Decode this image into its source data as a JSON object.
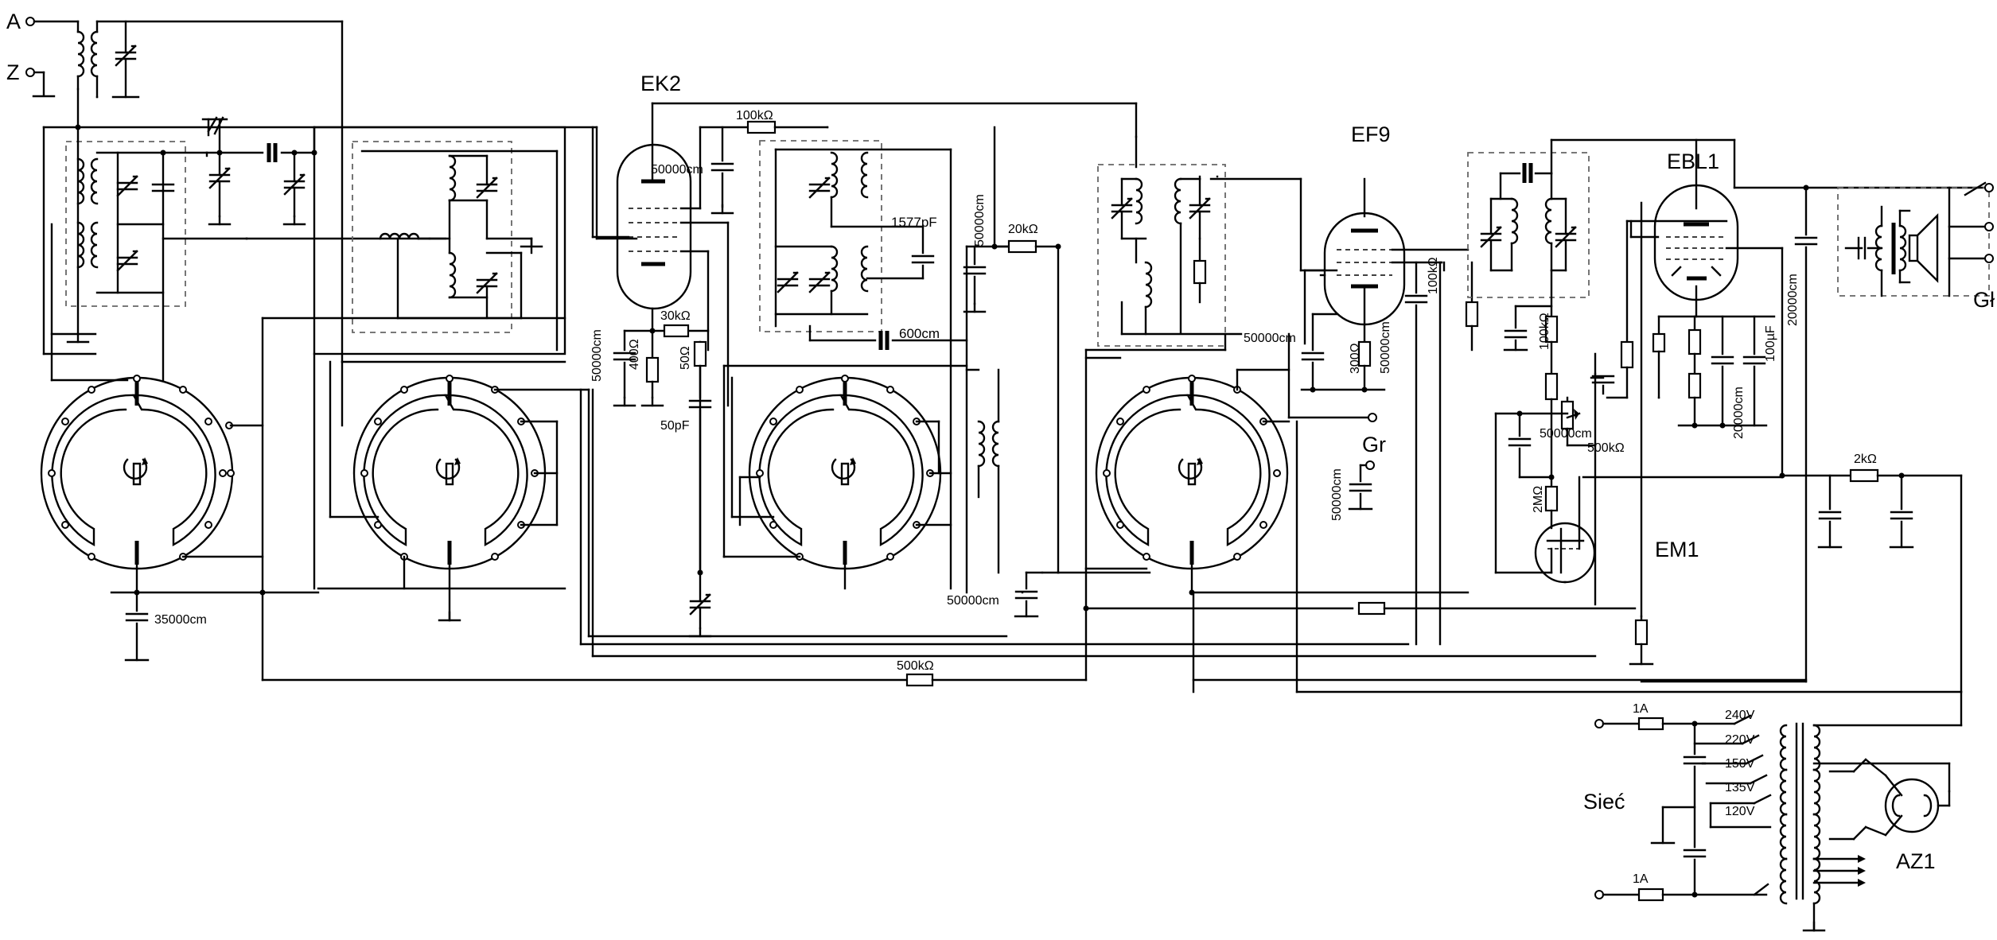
{
  "terminals": {
    "antenna": "A",
    "ground": "Z",
    "pickup_1": "Gr",
    "pickup_2": "Gr",
    "speaker": "Gł",
    "mains": "Sieć"
  },
  "tubes": {
    "ek2": "EK2",
    "ef9": "EF9",
    "ebl1": "EBL1",
    "em1": "EM1",
    "az1": "AZ1"
  },
  "values": {
    "c_35000cm": "35000cm",
    "r_500k_bottom": "500kΩ",
    "r_100k_top": "100kΩ",
    "c_50000cm_ek2": "50000cm",
    "c_1577pf": "1577pF",
    "c_50000cm_vert": "50000cm",
    "r_20k": "20kΩ",
    "r_30k": "30kΩ",
    "c_50000cm_left": "50000cm",
    "r_400": "400Ω",
    "r_50": "50Ω",
    "c_50pf": "50pF",
    "c_600cm": "600cm",
    "c_50000cm_mid": "50000cm",
    "c_50000cm_ef9": "50000cm",
    "r_300": "300Ω",
    "c_50000cm_ef9b": "50000cm",
    "r_100k_ef9": "100kΩ",
    "c_50000cm_gr": "50000cm",
    "r_100k_det": "100kΩ",
    "c_50000cm_det": "50000cm",
    "r_500k_pot": "500kΩ",
    "r_2m": "2MΩ",
    "c_20000cm_a": "20000cm",
    "c_100uf": "100µF",
    "c_20000cm_b": "20000cm",
    "r_2k": "2kΩ",
    "fuse_1": "1A",
    "fuse_2": "1A",
    "tap_240": "240V",
    "tap_220": "220V",
    "tap_150": "150V",
    "tap_135": "135V",
    "tap_120": "120V"
  }
}
